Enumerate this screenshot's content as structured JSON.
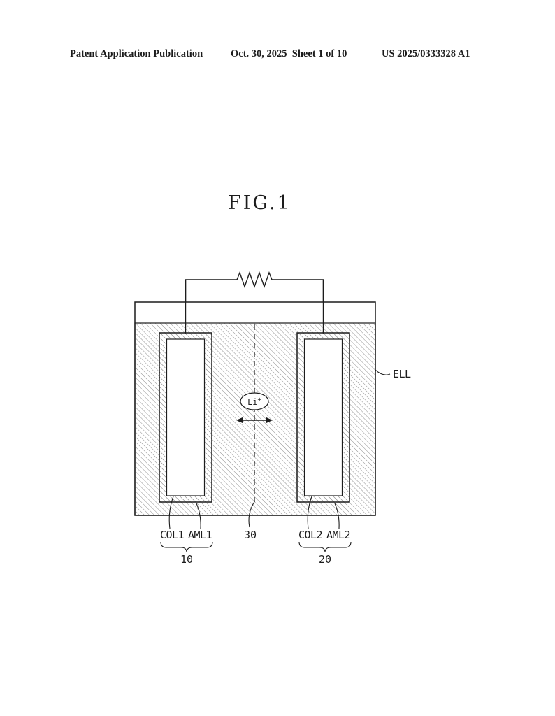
{
  "header": {
    "left": "Patent Application Publication",
    "center": "Oct. 30, 2025  Sheet 1 of 10",
    "right": "US 2025/0333328 A1"
  },
  "figure": {
    "title": "FIG.1",
    "labels": {
      "ell": "ELL",
      "li": "Li",
      "li_charge": "+",
      "col1": "COL1",
      "aml1": "AML1",
      "ref10": "10",
      "ref30": "30",
      "col2": "COL2",
      "aml2": "AML2",
      "ref20": "20"
    }
  },
  "colors": {
    "line": "#1c1c1c",
    "hatch": "#8f8f8f",
    "background": "#ffffff"
  }
}
